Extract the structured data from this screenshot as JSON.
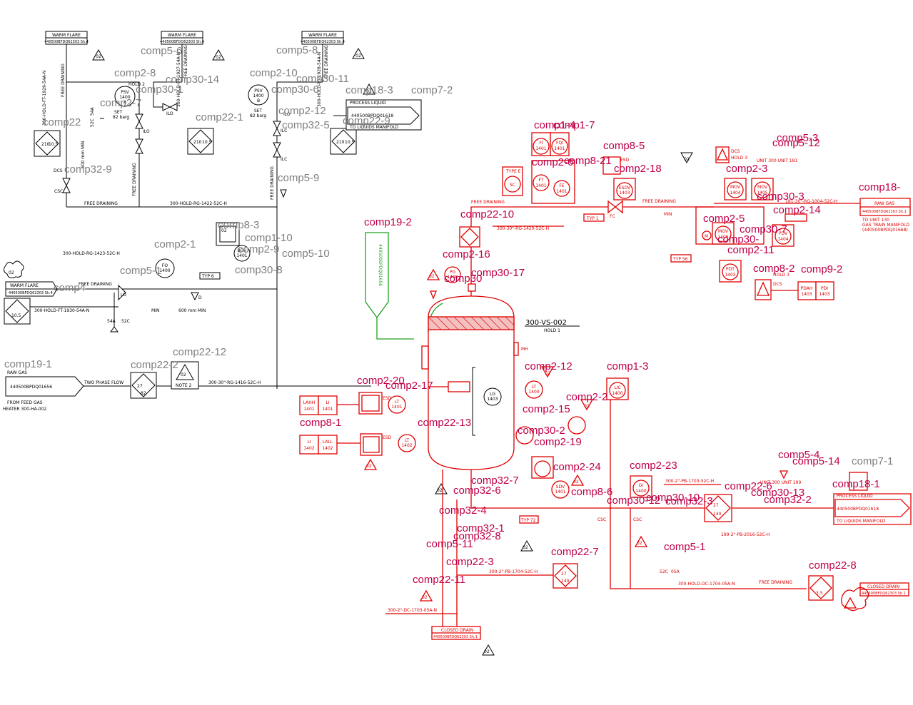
{
  "colors": {
    "existing": "#000000",
    "revised": "#e00000",
    "comp_label_gray": "#808080",
    "comp_label_magenta": "#c0004a",
    "green_line": "#22a022"
  },
  "vessel": {
    "tag": "300-VS-002",
    "sub": "HOLD 1"
  },
  "offpage": {
    "warm_flare_1": {
      "title": "WARM FLARE",
      "ref": "440500BFDQ62303 Sh.4"
    },
    "warm_flare_2": {
      "title": "WARM FLARE",
      "ref": "440500BFDQ62303 Sh.4"
    },
    "warm_flare_3": {
      "title": "WARM FLARE",
      "ref": "440500BFDQ62303 Sh.4"
    },
    "warm_flare_4": {
      "title": "WARM FLARE",
      "ref": "440500BFDQ62303 Sh.4"
    },
    "process_liquid_top": {
      "title": "PROCESS LIQUID",
      "ref": "440500BPDQ01618",
      "note": "TO LIQUIDS MANIFOLD"
    },
    "raw_gas_left": {
      "title": "RAW GAS",
      "ref": "440500BPDQ01656",
      "note1": "FROM FEED GAS",
      "note2": "HEATER 300-HA-002"
    },
    "raw_gas_right": {
      "title": "RAW GAS",
      "ref": "440500BFDQ62303 Sh.1",
      "note1": "TO UNIT 130",
      "note2": "GAS TRAIN MANIFOLD",
      "note3": "(440500BPDQ01668)"
    },
    "process_liquid_right": {
      "title": "PROCESS LIQUID",
      "ref": "440500BPDQ01618",
      "note": "TO LIQUIDS MANIFOLD"
    },
    "closed_drain_1": {
      "title": "CLOSED DRAIN",
      "ref": "440500BFDQ62303 Sh.1"
    },
    "closed_drain_2": {
      "title": "CLOSED DRAIN",
      "ref": "440500BFDQ62303 Sh.1"
    },
    "green_vert": {
      "text": "440500BPDQ01656"
    }
  },
  "instruments": {
    "psv_a": {
      "tag": "PSV",
      "num": "1400",
      "sub": "A"
    },
    "psv_b": {
      "tag": "PSV",
      "num": "1400",
      "sub": "B"
    },
    "fo": {
      "tag": "FO",
      "num": "1400"
    },
    "bdv": {
      "tag": "BDV",
      "num": "1401"
    },
    "pg": {
      "tag": "PG",
      "num": "1400"
    },
    "fi": {
      "tag": "FI",
      "num": "1401"
    },
    "fqi": {
      "tag": "FQI",
      "num": "1401"
    },
    "ft": {
      "tag": "FT",
      "num": "1401"
    },
    "fe": {
      "tag": "FE",
      "num": "1401"
    },
    "sc": {
      "tag": "SC",
      "num": ""
    },
    "esdv": {
      "tag": "ESDV",
      "num": "1403"
    },
    "mov_1404": {
      "tag": "MOV",
      "num": "1404"
    },
    "mov_1405": {
      "tag": "MOV",
      "num": "1405"
    },
    "mov_1406": {
      "tag": "MOV",
      "num": "1406"
    },
    "pdv": {
      "tag": "PDV",
      "num": "1404"
    },
    "pdt": {
      "tag": "PDT",
      "num": "1403"
    },
    "pdah": {
      "tag": "PDAH",
      "num": "1403"
    },
    "pdi": {
      "tag": "PDI",
      "num": "1403"
    },
    "lg": {
      "tag": "LG",
      "num": "1403"
    },
    "lt_1400": {
      "tag": "LT",
      "num": "1400"
    },
    "lt_1401": {
      "tag": "LT",
      "num": "1401"
    },
    "lt_1402": {
      "tag": "LT",
      "num": "1402"
    },
    "lic": {
      "tag": "LIC",
      "num": "1400"
    },
    "lahh": {
      "tag": "LAHH",
      "num": "1401"
    },
    "li_1401": {
      "tag": "LI",
      "num": "1401"
    },
    "li_1402": {
      "tag": "LI",
      "num": "1402"
    },
    "lall": {
      "tag": "LALL",
      "num": "1402"
    },
    "sdv": {
      "tag": "SDV",
      "num": "1401"
    },
    "lv": {
      "tag": "LV",
      "num": "1400"
    }
  },
  "pipes": {
    "l1929": "300-HOLD-FT-1929-54A-N",
    "l1927": "300-HOLD-FT-1927-54A-N",
    "l1928": "300-HOLD-FT-1928-54A-N",
    "l1422": "300-HOLD-RG-1422-52C-H",
    "l1423": "300-HOLD-RG-1423-52C-H",
    "l1930": "300-HOLD-FT-1930-54A-N",
    "l1416": "300-30\"-RG-1416-52C-H",
    "l1420": "300-30\"-RG-1420-52C-H",
    "l1004": "181-30\"-RG-1004-52C-H",
    "l1703": "300-2\"-PB-1703-52C-H",
    "l1704": "300-2\"-PB-1704-52C-H",
    "l2016": "199-2\"-PB-2016-52C-H",
    "l1705": "300-2\"-DC-1703-05A-N",
    "ldc": "300-HOLD-DC-1704-05A-N"
  },
  "labels": {
    "free_draining": "FREE DRAINING",
    "two_phase_flow": "TWO PHASE FLOW",
    "note2": "NOTE 2",
    "min": "MIN",
    "mm600": "600 mm MIN",
    "hold2": "HOLD 2",
    "hold3": "HOLD 3",
    "set82": "SET",
    "barg82": "82 barg",
    "typ6": "TYP 6",
    "typ1": "TYP 1",
    "typ56": "TYP 56",
    "typ72": "TYP 72",
    "type_e": "TYPE E",
    "dcs": "DCS",
    "esd": "ESD",
    "ilo": "ILO",
    "ilc": "ILC",
    "lo": "LO",
    "fc": "FC",
    "mh": "MH",
    "unit181": "UNIT 300 UNIT 181",
    "unit199": "UNIT 300 UNIT 199",
    "sz54a": "54A",
    "sz52c": "52C",
    "sz05a": "05A",
    "rev": "02",
    "d10_5": "10.5",
    "d210": "210",
    "d27": "27",
    "d82": "82",
    "d140": "140",
    "d3_5": "3.5",
    "csc": "CSC"
  },
  "comps": {
    "c5_6": "comp5-6",
    "c2_8": "comp2-8",
    "c30_14": "comp30-14",
    "c30_1": "comp30-1",
    "c2_7": "comp2-7",
    "c22_1": "comp22-1",
    "c32_9": "comp32-9",
    "c22": "comp22",
    "c5_8": "comp5-8",
    "c2_10": "comp2-10",
    "c30_11": "comp30-11",
    "c30_6": "comp30-6",
    "c2_12a": "comp2-12",
    "c18_3": "comp18-3",
    "c7_2": "comp7-2",
    "c32_5": "comp32-5",
    "c22_9": "comp22-9",
    "c5_9": "comp5-9",
    "c8_3": "comp8-3",
    "c1_10": "comp1-10",
    "c2_9": "comp2-9",
    "c2_1": "comp2-1",
    "c5_1": "comp5-1",
    "c30_8": "comp30-8",
    "c5_10": "comp5-10",
    "c4": "comp4",
    "c19_1": "comp19-1",
    "c22_2": "comp22-2",
    "c22_12": "comp22-12",
    "c1_4": "comp1-4",
    "c7": "comp1-7",
    "c8_21": "comp8-21",
    "c2_6": "comp2-6",
    "c8_5": "comp8-5",
    "c2_18": "comp2-18",
    "c5_3": "comp5-3",
    "c5_12": "comp5-12",
    "c2_3": "comp2-3",
    "c18": "comp18-",
    "c30_3": "comp30-3",
    "c2_14": "comp2-14",
    "c2_5": "comp2-5",
    "c30_7": "comp30-7",
    "c30_2": "comp30-",
    "c2_11": "comp2-11",
    "c8_2": "comp8-2",
    "c9_2": "comp9-2",
    "c19_2": "comp19-2",
    "c22_10": "comp22-10",
    "c2_16": "comp2-16",
    "c30_17": "comp30-17",
    "c30g": "comp30",
    "c2_20": "comp2-20",
    "c2_17": "comp2-17",
    "c8_1": "comp8-1",
    "c22_13": "comp22-13",
    "c2_12b": "comp2-12",
    "c1_3": "comp1-3",
    "c2_2": "comp2-2",
    "c2_15": "comp2-15",
    "c30_2b": "comp30-2",
    "c2_19": "comp2-19",
    "c2_24": "comp2-24",
    "c2_23": "comp2-23",
    "c32_7": "comp32-7",
    "c32_6": "comp32-6",
    "c32_4": "comp32-4",
    "c8_6": "comp8-6",
    "c30_12": "comp30-12",
    "c32_1": "comp32-1",
    "c32_8": "comp32-8",
    "c5_11": "comp5-11",
    "c22_3": "comp22-3",
    "c22_11": "comp22-11",
    "c22_7": "comp22-7",
    "c5_1b": "comp5-1",
    "c22_8": "comp22-8",
    "c5_4": "comp5-4",
    "c5_14": "comp5-14",
    "c7_1": "comp7-1",
    "c18_1": "comp18-1",
    "c22_6": "comp22-6",
    "c30_13": "comp30-13",
    "c32_2": "comp32-2",
    "c32_3": "comp32-3",
    "c30_10": "comp30-10"
  }
}
